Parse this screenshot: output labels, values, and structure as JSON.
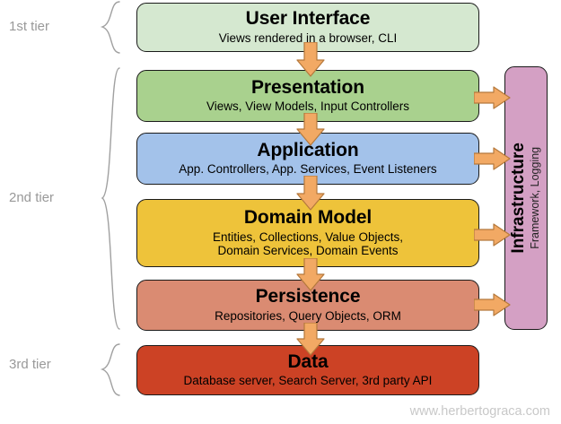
{
  "diagram": {
    "watermark": "www.herbertograca.com",
    "colors": {
      "arrow_fill": "#f2a964",
      "arrow_stroke": "#b5793c",
      "brace_stroke": "#a0a0a0",
      "tier_label": "#999999",
      "box_border": "#1a1a1a",
      "watermark": "#c8c8c8"
    },
    "tiers": [
      {
        "label": "1st tier",
        "name": "tier-1"
      },
      {
        "label": "2nd tier",
        "name": "tier-2"
      },
      {
        "label": "3rd tier",
        "name": "tier-3"
      }
    ],
    "layers": [
      {
        "name": "user-interface",
        "title": "User Interface",
        "subtitle_lines": [
          "Views rendered in a browser, CLI"
        ],
        "color": "#d5e8d0"
      },
      {
        "name": "presentation",
        "title": "Presentation",
        "subtitle_lines": [
          "Views, View Models, Input Controllers"
        ],
        "color": "#a9d18e"
      },
      {
        "name": "application",
        "title": "Application",
        "subtitle_lines": [
          "App. Controllers, App. Services, Event Listeners"
        ],
        "color": "#a3c2ea"
      },
      {
        "name": "domain-model",
        "title": "Domain Model",
        "subtitle_lines": [
          "Entities, Collections, Value Objects,",
          "Domain Services, Domain Events"
        ],
        "color": "#eec33a"
      },
      {
        "name": "persistence",
        "title": "Persistence",
        "subtitle_lines": [
          "Repositories, Query Objects, ORM"
        ],
        "color": "#da8b72"
      },
      {
        "name": "data",
        "title": "Data",
        "subtitle_lines": [
          "Database server, Search Server, 3rd party API"
        ],
        "color": "#cc4225"
      }
    ],
    "infrastructure": {
      "name": "infrastructure",
      "title": "Infrastructure",
      "subtitle": "Framework, Logging",
      "color": "#d4a0c4"
    },
    "flow_arrows": {
      "down_count": 5,
      "right_count": 4,
      "direction_down": "down-arrow",
      "direction_right": "right-arrow"
    }
  }
}
